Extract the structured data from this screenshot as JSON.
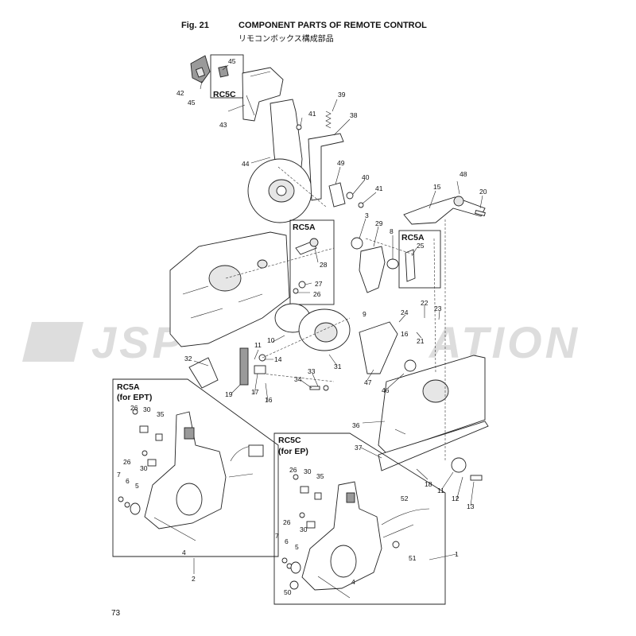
{
  "header": {
    "fig_label": "Fig. 21",
    "title_en": "COMPONENT PARTS OF REMOTE CONTROL",
    "title_jp": "リモコンボックス構成部品"
  },
  "watermark": {
    "text": "JSP ▪▪▪ ATION",
    "brand_color": "#d8d8d8"
  },
  "page_number": "73",
  "insets": {
    "rc5c_top": {
      "title": "RC5C"
    },
    "rc5a_top": {
      "title": "RC5A"
    },
    "rc5a_right": {
      "title": "RC5A"
    },
    "rc5a_ept": {
      "title_line1": "RC5A",
      "title_line2": "(for EPT)"
    },
    "rc5c_ep": {
      "title_line1": "RC5C",
      "title_line2": "(for EP)"
    }
  },
  "callouts": {
    "c45a": "45",
    "c42": "42",
    "c45b": "45",
    "c43": "43",
    "c44": "44",
    "c39": "39",
    "c41a": "41",
    "c38": "38",
    "c49": "49",
    "c40": "40",
    "c41b": "41",
    "c48": "48",
    "c15": "15",
    "c20": "20",
    "c3": "3",
    "c29": "29",
    "c8": "8",
    "c28": "28",
    "c27": "27",
    "c26": "26",
    "c25": "25",
    "c24": "24",
    "c22": "22",
    "c23": "23",
    "c9": "9",
    "c16a": "16",
    "c21": "21",
    "c11a": "11",
    "c10": "10",
    "c14": "14",
    "c31": "31",
    "c32": "32",
    "c19": "19",
    "c17": "17",
    "c16b": "16",
    "c33": "33",
    "c34": "34",
    "c47": "47",
    "c46": "46",
    "c36": "36",
    "c37": "37",
    "c18": "18",
    "c11b": "11",
    "c12": "12",
    "c13": "13",
    "a26a": "26",
    "a30a": "30",
    "a35": "35",
    "a26b": "26",
    "a30b": "30",
    "a7": "7",
    "a6": "6",
    "a5": "5",
    "a4": "4",
    "a2": "2",
    "b26a": "26",
    "b30a": "30",
    "b35": "35",
    "b52": "52",
    "b26b": "26",
    "b30b": "30",
    "b7": "7",
    "b6": "6",
    "b5": "5",
    "b51": "51",
    "b50": "50",
    "b4": "4",
    "b1": "1"
  }
}
